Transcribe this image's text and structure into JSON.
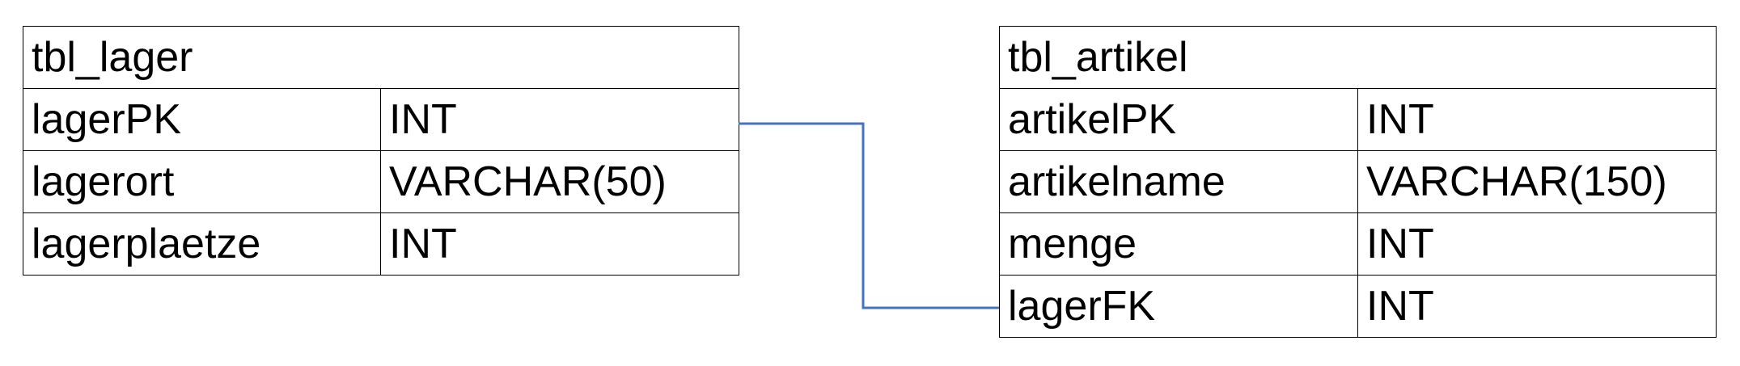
{
  "tables": {
    "lager": {
      "name": "tbl_lager",
      "rows": [
        {
          "field": "lagerPK",
          "type": "INT"
        },
        {
          "field": "lagerort",
          "type": "VARCHAR(50)"
        },
        {
          "field": "lagerplaetze",
          "type": "INT"
        }
      ]
    },
    "artikel": {
      "name": "tbl_artikel",
      "rows": [
        {
          "field": "artikelPK",
          "type": "INT"
        },
        {
          "field": "artikelname",
          "type": "VARCHAR(150)"
        },
        {
          "field": "menge",
          "type": "INT"
        },
        {
          "field": "lagerFK",
          "type": "INT"
        }
      ]
    }
  },
  "relation": {
    "from": "tbl_lager.lagerPK",
    "to": "tbl_artikel.lagerFK",
    "color": "#4472C4"
  },
  "colors": {
    "border": "#000000",
    "text": "#000000",
    "background": "#ffffff"
  }
}
